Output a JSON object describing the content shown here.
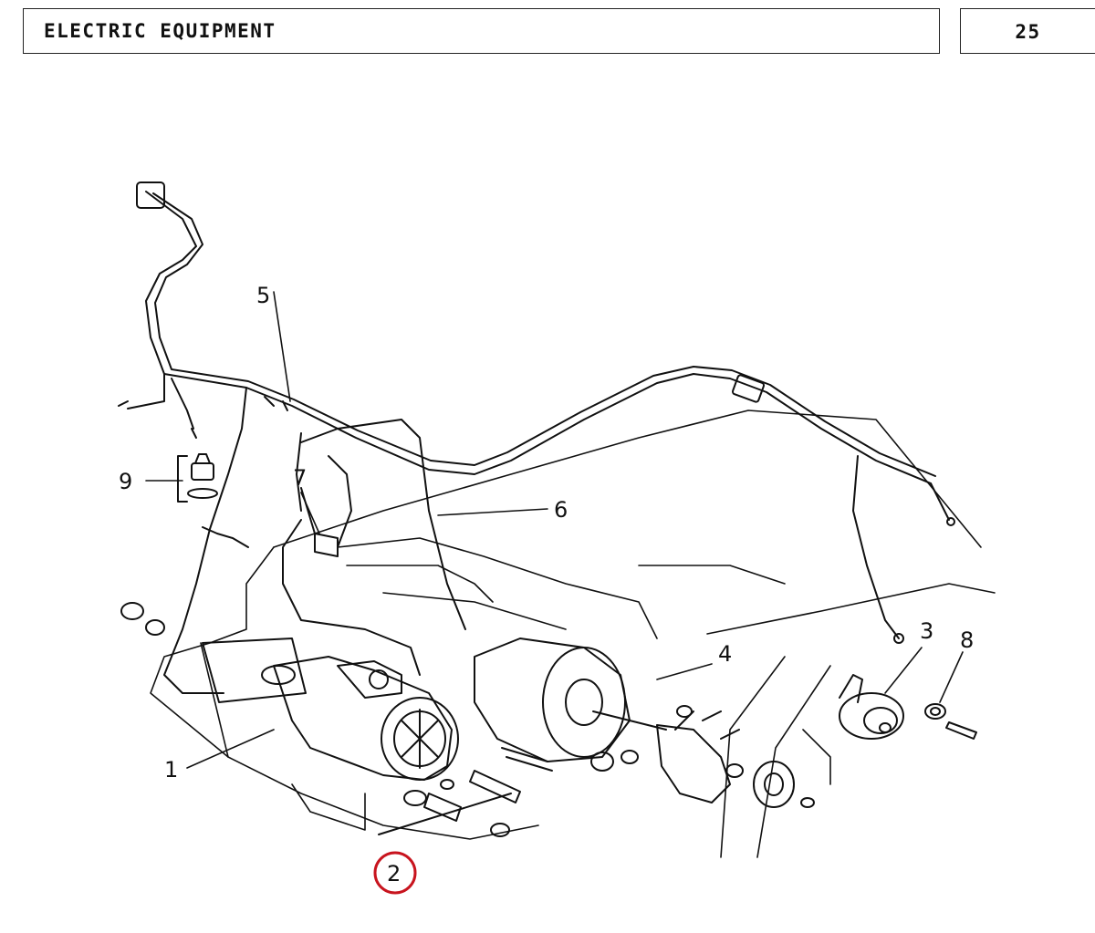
{
  "header": {
    "title": "ELECTRIC EQUIPMENT",
    "page_number": "25"
  },
  "diagram": {
    "callouts": [
      "1",
      "2",
      "3",
      "4",
      "5",
      "6",
      "7",
      "8",
      "9"
    ],
    "highlighted_callout": "2",
    "highlight_color": "#c8141e"
  }
}
